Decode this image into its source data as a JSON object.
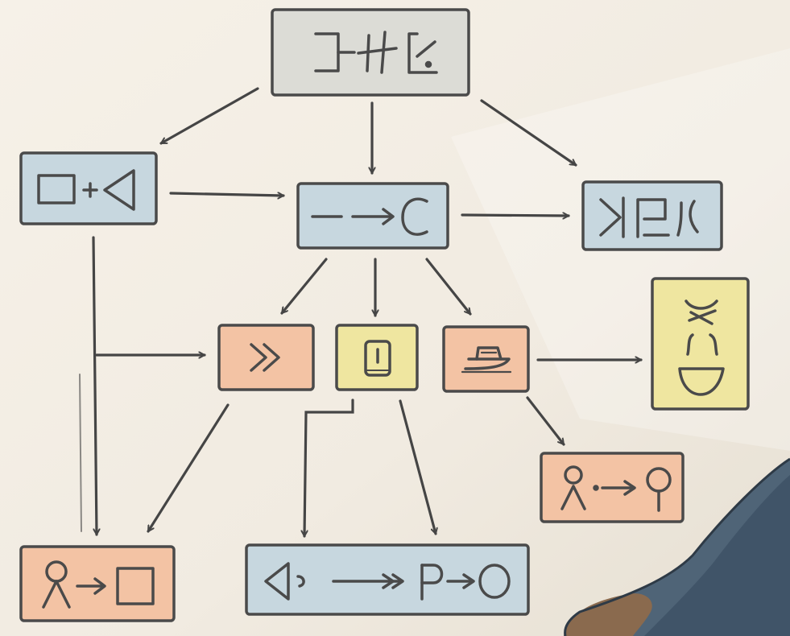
{
  "diagram": {
    "colors": {
      "gray": "#dcdcd6",
      "blue": "#c7d7df",
      "orange": "#f3c3a4",
      "yellow": "#efe6a0",
      "stroke": "#4a4a4a",
      "arrow": "#454545"
    },
    "nodes": [
      {
        "id": "top",
        "color": "gray",
        "glyphs": [
          "bracket-glyph",
          "cross-glyph",
          "hook-e-glyph"
        ]
      },
      {
        "id": "left",
        "color": "blue",
        "glyphs": [
          "square-glyph",
          "plus-glyph",
          "triangle-glyph"
        ]
      },
      {
        "id": "center",
        "color": "blue",
        "glyphs": [
          "dash-arrow-glyph",
          "c-glyph"
        ]
      },
      {
        "id": "right",
        "color": "blue",
        "glyphs": [
          "k-glyph",
          "e-glyph",
          "script-glyph"
        ]
      },
      {
        "id": "chevron",
        "color": "orange",
        "glyphs": [
          "double-chevron-glyph"
        ]
      },
      {
        "id": "device",
        "color": "yellow",
        "glyphs": [
          "device-glyph"
        ]
      },
      {
        "id": "boat",
        "color": "orange",
        "glyphs": [
          "boat-glyph"
        ]
      },
      {
        "id": "face",
        "color": "yellow",
        "glyphs": [
          "face-glyph"
        ]
      },
      {
        "id": "person-key",
        "color": "orange",
        "glyphs": [
          "person-glyph",
          "arrow-glyph",
          "key-glyph"
        ]
      },
      {
        "id": "person-box",
        "color": "orange",
        "glyphs": [
          "person-glyph",
          "arrow-glyph",
          "square-glyph"
        ]
      },
      {
        "id": "sequence",
        "color": "blue",
        "glyphs": [
          "triangle-glyph",
          "arrow-glyph",
          "p-glyph",
          "arrow-glyph",
          "circle-glyph"
        ]
      }
    ],
    "edges": [
      {
        "from": "top",
        "to": "left"
      },
      {
        "from": "top",
        "to": "center"
      },
      {
        "from": "top",
        "to": "right"
      },
      {
        "from": "left",
        "to": "center"
      },
      {
        "from": "center",
        "to": "right"
      },
      {
        "from": "center",
        "to": "chevron"
      },
      {
        "from": "center",
        "to": "device"
      },
      {
        "from": "center",
        "to": "boat"
      },
      {
        "from": "left",
        "to": "chevron"
      },
      {
        "from": "left",
        "to": "person-box"
      },
      {
        "from": "chevron",
        "to": "person-box"
      },
      {
        "from": "device",
        "to": "sequence"
      },
      {
        "from": "boat",
        "to": "face"
      },
      {
        "from": "boat",
        "to": "person-key"
      }
    ]
  }
}
